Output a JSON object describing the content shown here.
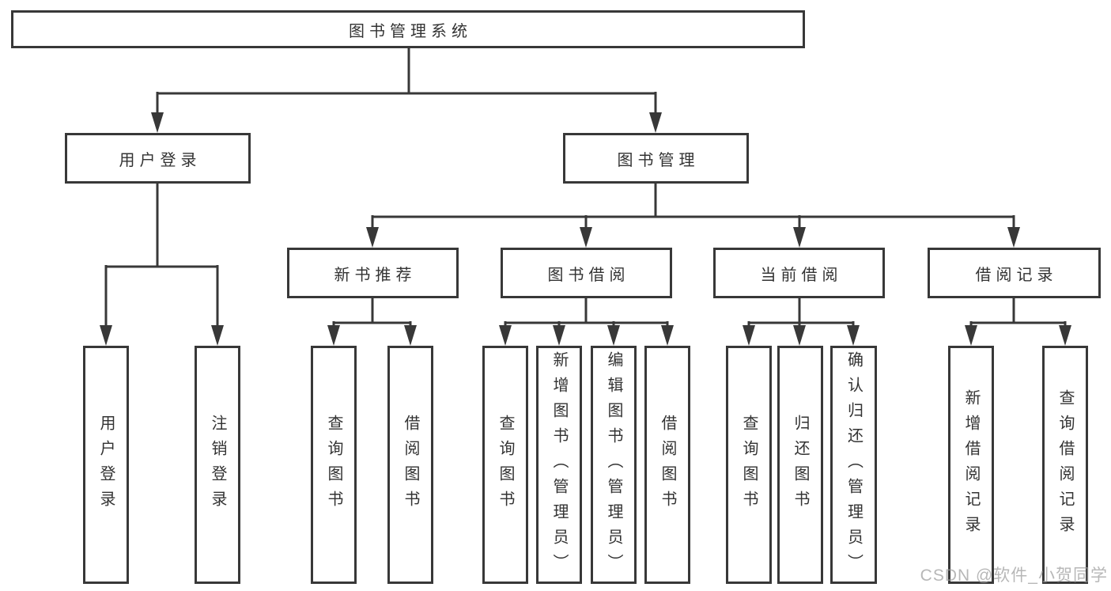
{
  "diagram": {
    "type": "hierarchy-tree",
    "colors": {
      "line": "#383838",
      "box_border": "#383838",
      "text": "#333333",
      "watermark": "#9b9b9b",
      "background": "#ffffff"
    },
    "root": {
      "label": "图书管理系统",
      "children": [
        {
          "label": "用户登录",
          "children": [
            {
              "label": "用户登录"
            },
            {
              "label": "注销登录"
            }
          ]
        },
        {
          "label": "图书管理",
          "children": [
            {
              "label": "新书推荐",
              "children": [
                {
                  "label": "查询图书"
                },
                {
                  "label": "借阅图书"
                }
              ]
            },
            {
              "label": "图书借阅",
              "children": [
                {
                  "label": "查询图书"
                },
                {
                  "label": "新增图书（管理员）"
                },
                {
                  "label": "编辑图书（管理员）"
                },
                {
                  "label": "借阅图书"
                }
              ]
            },
            {
              "label": "当前借阅",
              "children": [
                {
                  "label": "查询图书"
                },
                {
                  "label": "归还图书"
                },
                {
                  "label": "确认归还（管理员）"
                }
              ]
            },
            {
              "label": "借阅记录",
              "children": [
                {
                  "label": "新增借阅记录"
                },
                {
                  "label": "查询借阅记录"
                }
              ]
            }
          ]
        }
      ]
    },
    "watermark": "CSDN @软件_小贺同学"
  }
}
